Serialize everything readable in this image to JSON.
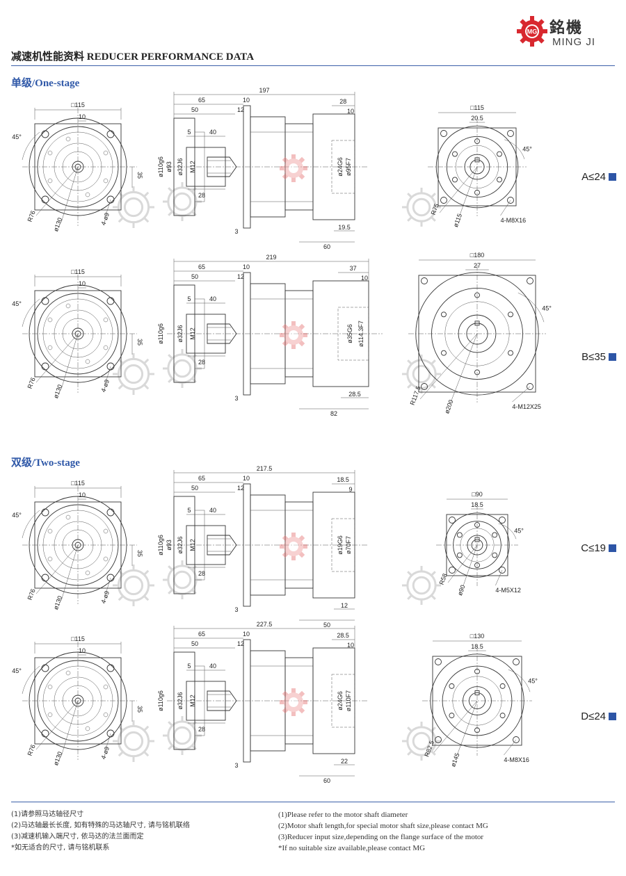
{
  "header": {
    "title": "减速机性能资料 REDUCER PERFORMANCE DATA",
    "brand_cn": "銘機",
    "brand_en": "MING JI",
    "logo_mark": "MG",
    "accent_color": "#2d55a6",
    "logo_color": "#d8282f"
  },
  "sections": {
    "one_stage": "单级/One-stage",
    "two_stage": "双级/Two-stage"
  },
  "rows": [
    {
      "spec": "A≤24",
      "front": {
        "square": "□115",
        "offset": "10",
        "angle": "45°",
        "height": "35",
        "radius": "R76",
        "pcd": "ø130",
        "holes": "4-ø9"
      },
      "side": {
        "length": "197",
        "d1": "65",
        "d2": "10",
        "d3": "50",
        "d4": "12",
        "d5": "40",
        "d6": "5",
        "d7": "28",
        "d8": "3",
        "dia1": "ø110g6",
        "dia2": "ø93",
        "dia3": "ø32J6",
        "thread": "M12",
        "o1": "28",
        "o2": "10",
        "o3": "19.5",
        "o4": "60",
        "odia1": "ø24G6",
        "odia2": "ø95F7"
      },
      "back": {
        "square": "□115",
        "key": "20.5",
        "angle": "45°",
        "radius": "R75",
        "pcd": "ø115",
        "holes": "4-M8X16"
      }
    },
    {
      "spec": "B≤35",
      "front": {
        "square": "□115",
        "offset": "10",
        "angle": "45°",
        "height": "35",
        "radius": "R76",
        "pcd": "ø130",
        "holes": "4-ø9"
      },
      "side": {
        "length": "219",
        "d1": "65",
        "d2": "10",
        "d3": "50",
        "d4": "12",
        "d5": "40",
        "d6": "5",
        "d7": "28",
        "d8": "3",
        "dia1": "ø110g6",
        "dia2": "",
        "dia3": "ø32J6",
        "thread": "M12",
        "o1": "37",
        "o2": "10",
        "o3": "28.5",
        "o4": "82",
        "odia1": "ø35G6",
        "odia2": "ø114.3F7"
      },
      "back": {
        "square": "□180",
        "key": "27",
        "angle": "45°",
        "radius": "R117.5",
        "pcd": "ø200",
        "holes": "4-M12X25"
      }
    },
    {
      "spec": "C≤19",
      "front": {
        "square": "□115",
        "offset": "10",
        "angle": "45°",
        "height": "35",
        "radius": "R76",
        "pcd": "ø130",
        "holes": "4-ø9"
      },
      "side": {
        "length": "217.5",
        "d1": "65",
        "d2": "10",
        "d3": "50",
        "d4": "12",
        "d5": "40",
        "d6": "5",
        "d7": "28",
        "d8": "3",
        "dia1": "ø110g6",
        "dia2": "ø93",
        "dia3": "ø32J6",
        "thread": "M12",
        "o1": "18.5",
        "o2": "9",
        "o3": "12",
        "o4": "50",
        "odia1": "ø19G6",
        "odia2": "ø70F7"
      },
      "back": {
        "square": "□90",
        "key": "18.5",
        "angle": "45°",
        "radius": "R58",
        "pcd": "ø90",
        "holes": "4-M5X12"
      }
    },
    {
      "spec": "D≤24",
      "front": {
        "square": "□115",
        "offset": "10",
        "angle": "45°",
        "height": "35",
        "radius": "R76",
        "pcd": "ø130",
        "holes": "4-ø9"
      },
      "side": {
        "length": "227.5",
        "d1": "65",
        "d2": "10",
        "d3": "50",
        "d4": "12",
        "d5": "40",
        "d6": "5",
        "d7": "28",
        "d8": "3",
        "dia1": "ø110g6",
        "dia2": "",
        "dia3": "ø32J6",
        "thread": "M12",
        "o1": "28.5",
        "o2": "10",
        "o3": "22",
        "o4": "60",
        "odia1": "ø24G6",
        "odia2": "ø110F7"
      },
      "back": {
        "square": "□130",
        "key": "18.5",
        "angle": "45°",
        "radius": "R82.5",
        "pcd": "ø145",
        "holes": "4-M8X16"
      }
    }
  ],
  "notes_cn": [
    "(1)请参照马达轴径尺寸",
    "(2)马达轴最长长度, 如有特殊的马达轴尺寸, 请与铭机联络",
    "(3)减速机输入端尺寸, 依马达的法兰面而定",
    "*如无适合的尺寸, 请与铭机联系"
  ],
  "notes_en": [
    "(1)Please refer to the motor shaft diameter",
    "(2)Motor shaft length,for special motor shaft size,please contact MG",
    "(3)Reducer input size,depending on the flange surface of the motor",
    "*If no suitable size available,please contact MG"
  ]
}
